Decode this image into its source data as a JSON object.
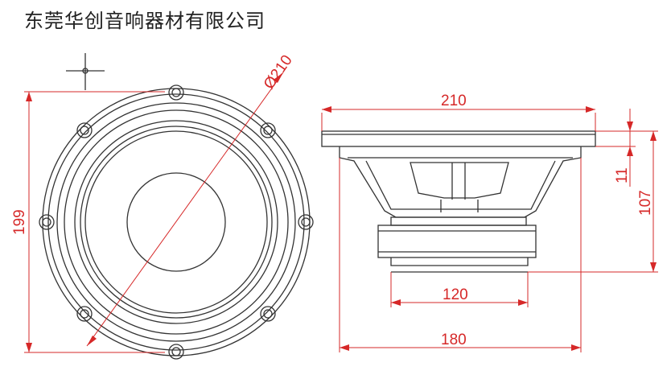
{
  "company_name": "东莞华创音响器材有限公司",
  "colors": {
    "outline": "#333333",
    "dimension": "#d62828"
  },
  "front_view": {
    "diameter_label": "Ø210",
    "height_label": "199"
  },
  "side_view": {
    "width_top_label": "210",
    "flange_thickness_label": "11",
    "depth_label": "107",
    "magnet_width_label": "120",
    "basket_width_label": "180"
  }
}
